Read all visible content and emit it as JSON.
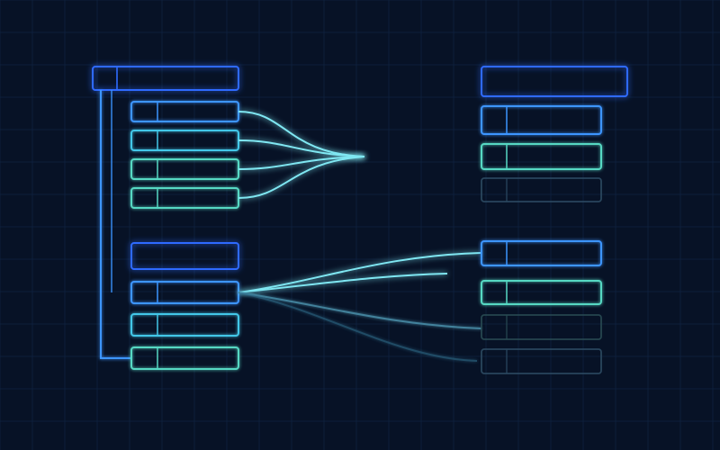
{
  "diagram": {
    "kind": "tree-to-table mapping",
    "colors": {
      "background": "#071226",
      "grid": "#12294A",
      "header": "#2F6BFF",
      "row_blue": "#3C95FF",
      "row_cyan": "#43C7E8",
      "row_teal": "#56D8C3",
      "connector": "#7FE7F2",
      "faded": "#2D4B63"
    },
    "left_groups": [
      {
        "id": "group-1",
        "header": "",
        "rows": [
          "",
          "",
          "",
          ""
        ]
      },
      {
        "id": "group-2",
        "header": "",
        "rows": [
          "",
          "",
          ""
        ]
      }
    ],
    "right_groups": [
      {
        "id": "target-1",
        "header": "",
        "rows": [
          "",
          "",
          ""
        ]
      },
      {
        "id": "target-2",
        "header": "",
        "rows": [
          "",
          "",
          "",
          ""
        ]
      }
    ],
    "mappings": [
      {
        "from": "group-1",
        "to": "target-1",
        "style": "converging"
      },
      {
        "from": "group-2",
        "to": "target-2",
        "style": "diverging"
      }
    ]
  }
}
